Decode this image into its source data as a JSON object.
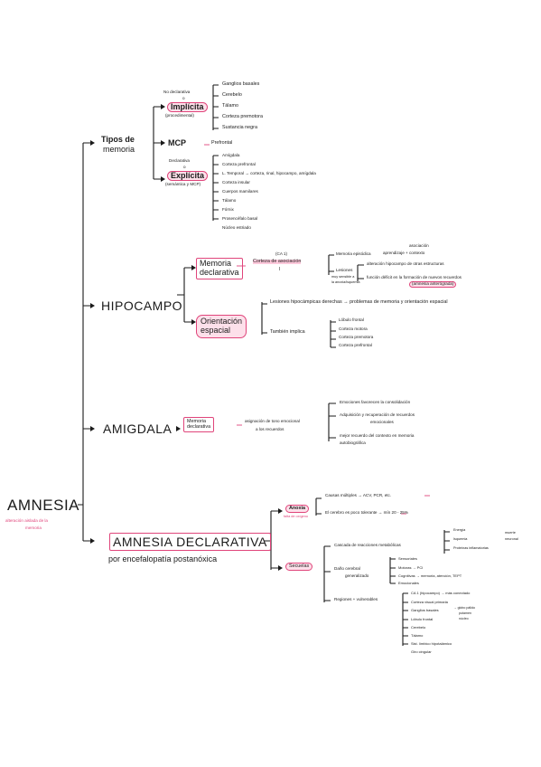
{
  "root": {
    "title": "AMNESIA",
    "subtitle_1": "alteración aislada de la",
    "subtitle_2": "memoria"
  },
  "tipos": {
    "label_1": "Tipos de",
    "label_2": "memoria",
    "implicita": {
      "prefix_1": "No declarativa",
      "prefix_2": "o",
      "label": "Implícita",
      "suffix": "(procedimental)",
      "items": [
        "Ganglios basales",
        "Cerebelo",
        "Tálamo",
        "Corteza premotora",
        "Sustancia negra"
      ]
    },
    "mcp": {
      "label": "MCP",
      "item": "Prefrontal"
    },
    "explicita": {
      "prefix_1": "Declarativa",
      "prefix_2": "o",
      "label": "Explícita",
      "suffix": "(semántica y MCP)",
      "items": [
        "Amígdala",
        "Corteza prefrontal",
        "L. Temporal → corteza, rinal, hipocampo, amígdala",
        "Corteza insular",
        "Cuerpos mamilares",
        "Tálamo",
        "Fórnix",
        "Prosencéfalo basal",
        "Núcleo estriado"
      ]
    }
  },
  "hipocampo": {
    "label": "HIPOCAMPO",
    "memoria_declarativa": {
      "label_1": "Memoria",
      "label_2": "declarativa",
      "ca": "(CA 1)",
      "corteza_1": "Corteza de asociación",
      "corteza_2": "l",
      "episodica": "Memoria episódica",
      "episodica_note_1": "asociación",
      "episodica_note_2": "aprendizaje + contexto",
      "lesiones": "Lesiones",
      "lesiones_note_1": "muy sensible a",
      "lesiones_note_2": "la anoxia/isquemia",
      "alt_1": "alteración hipocampo de otras estructuras",
      "alt_2": "función déficit en la formación de nuevos recuerdos",
      "alt_3": "(amnesia anterógrada)"
    },
    "orientacion": {
      "label_1": "Orientación",
      "label_2": "espacial",
      "lesiones": "Lesiones hipocámpicas derechas → problemas de memoria y orientación espacial",
      "tambien": "También implica",
      "items": [
        "Lóbulo frontal",
        "Corteza motora",
        "Corteza premotora",
        "Corteza prefrontal"
      ]
    }
  },
  "amigdala": {
    "label": "AMIGDALA",
    "memoria_1": "Memoria",
    "memoria_2": "declarativa",
    "asignacion_1": "asignación de tono emocional",
    "asignacion_2": "a los recuerdos",
    "items": [
      {
        "line_1": "Emociones favorecen la consolidación",
        "line_2": ""
      },
      {
        "line_1": "Adquisición y recuperación de recuerdos",
        "line_2": "emocionales"
      },
      {
        "line_1": "mejor recuerdo del contexto en memoria",
        "line_2": "autobiográfica"
      }
    ]
  },
  "declarativa": {
    "label": "AMNESIA DECLARATIVA",
    "sub": "por encefalopatía postanóxica",
    "anoxia": {
      "label": "Anoxia",
      "sub": "falta de oxígeno",
      "causas": "Causas múltiples → ACV, PCR, etc.",
      "cerebro": "El cerebro es poco tolerante → mín 20 - 25%"
    },
    "secuelas": {
      "label": "Secuelas",
      "cascada": "Cascada de reacciones metabólicas",
      "cascada_items": [
        "Energía",
        "Isquemia",
        "Proteínas inflamatorias"
      ],
      "muerte_1": "muerte",
      "muerte_2": "neuronal",
      "dano_1": "Daño cerebral",
      "dano_2": "generalizado",
      "dano_items": [
        "Sensoriales",
        "Motoras → PCI",
        "Cognitivas → memoria, atención, TEPT",
        "Emocionales"
      ],
      "regiones": "Regiones + vulnerables",
      "regiones_items": [
        "CA 1 (hipocampo) → más conectado",
        "Corteza visual primaria",
        "Ganglios basales",
        "Lóbulo frontal",
        "Cerebelo",
        "Tálamo",
        "Sist. límbico hipotalámico",
        "Giro cingular"
      ],
      "ganglios_note_1": "→ globo pálido",
      "ganglios_note_2": "putamen",
      "ganglios_note_3": "núcleo"
    }
  }
}
